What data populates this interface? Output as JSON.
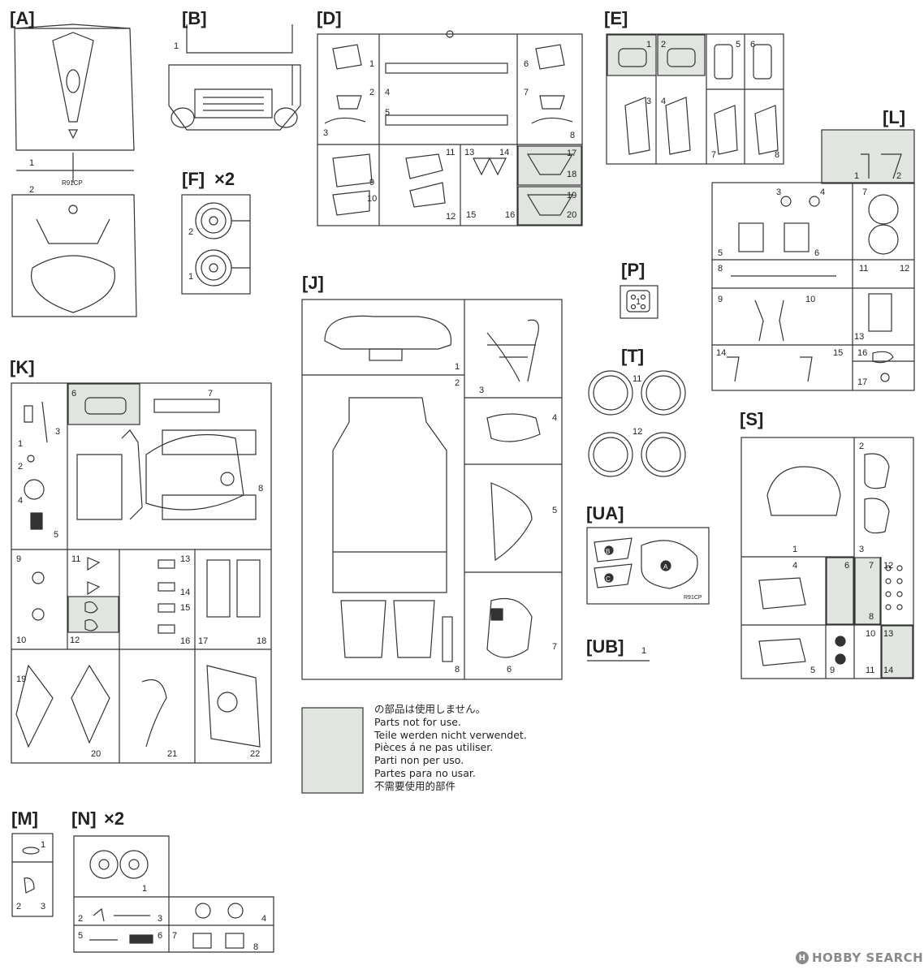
{
  "groups": {
    "A": {
      "title": "[A]",
      "parts": [
        "1",
        "2"
      ],
      "text": "R91CP"
    },
    "B": {
      "title": "[B]",
      "parts": [
        "1"
      ]
    },
    "D": {
      "title": "[D]",
      "parts": [
        "1",
        "2",
        "3",
        "4",
        "5",
        "6",
        "7",
        "8",
        "9",
        "10",
        "11",
        "12",
        "13",
        "14",
        "15",
        "16",
        "17",
        "18",
        "19",
        "20"
      ]
    },
    "E": {
      "title": "[E]",
      "parts": [
        "1",
        "2",
        "3",
        "4",
        "5",
        "6",
        "7",
        "8"
      ]
    },
    "F": {
      "title": "[F]",
      "qty": "×2",
      "parts": [
        "2",
        "1"
      ]
    },
    "L": {
      "title": "[L]",
      "parts": [
        "1",
        "2",
        "3",
        "4",
        "5",
        "6",
        "7",
        "8",
        "9",
        "10",
        "11",
        "12",
        "13",
        "14",
        "15",
        "16",
        "17"
      ]
    },
    "P": {
      "title": "[P]",
      "parts": [
        "1"
      ]
    },
    "T": {
      "title": "[T]",
      "parts": [
        "11",
        "12"
      ]
    },
    "J": {
      "title": "[J]",
      "parts": [
        "1",
        "2",
        "3",
        "4",
        "5",
        "6",
        "7",
        "8"
      ]
    },
    "K": {
      "title": "[K]",
      "parts": [
        "1",
        "2",
        "3",
        "4",
        "5",
        "6",
        "7",
        "8",
        "9",
        "10",
        "11",
        "12",
        "13",
        "14",
        "15",
        "16",
        "17",
        "18",
        "19",
        "20",
        "21",
        "22"
      ]
    },
    "UA": {
      "title": "[UA]",
      "markers": [
        "B",
        "A",
        "C"
      ],
      "text": "R91CP"
    },
    "UB": {
      "title": "[UB]",
      "parts": [
        "1"
      ]
    },
    "S": {
      "title": "[S]",
      "parts": [
        "1",
        "2",
        "3",
        "4",
        "5",
        "6",
        "7",
        "8",
        "9",
        "10",
        "11",
        "12",
        "13",
        "14"
      ]
    },
    "M": {
      "title": "[M]",
      "parts": [
        "1",
        "2",
        "3"
      ]
    },
    "N": {
      "title": "[N]",
      "qty": "×2",
      "parts": [
        "1",
        "2",
        "3",
        "4",
        "5",
        "6",
        "7",
        "8"
      ]
    }
  },
  "legend": {
    "swatch_color": "#e1e5df",
    "lines": [
      "の部品は使用しません。",
      "Parts not for use.",
      "Teile werden nicht verwendet.",
      "Pièces á ne pas utiliser.",
      "Parti non per uso.",
      "Partes para no usar.",
      "不需要使用的部件"
    ]
  },
  "watermark": {
    "icon": "H",
    "text": "HOBBY SEARCH"
  },
  "colors": {
    "line": "#333333",
    "unused_fill": "#e1e5df"
  }
}
